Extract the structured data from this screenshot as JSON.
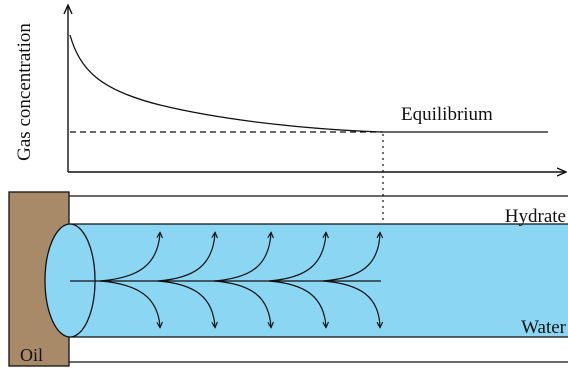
{
  "labels": {
    "y_axis": "Gas concentration",
    "equilibrium": "Equilibrium",
    "hydrate": "Hydrate",
    "water": "Water",
    "oil": "Oil"
  },
  "colors": {
    "oil_fill": "#a98a68",
    "water_fill": "#8ad6f3",
    "line": "#111111",
    "background": "#ffffff"
  }
}
